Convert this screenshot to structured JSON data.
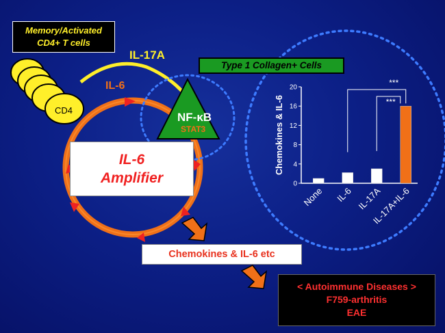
{
  "memory_cells": {
    "line1": "Memory/Activated",
    "line2": "CD4+ T cells"
  },
  "cd4_label": "CD4",
  "il17a_label": "IL-17A",
  "il6_label": "IL-6",
  "collagen_label": "Type 1 Collagen+ Cells",
  "nfkb_label": "NF-κB",
  "stat3_label": "STAT3",
  "amplifier": {
    "line1": "IL-6",
    "line2": "Amplifier"
  },
  "chemokines_output": "Chemokines & IL-6 etc",
  "diseases": {
    "title": "< Autoimmune Diseases >",
    "item1": "F759-arthritis",
    "item2": "EAE"
  },
  "colors": {
    "background": "#0c1f86",
    "yellow": "#ffef2a",
    "orange": "#f07018",
    "green": "#1a9a22",
    "dotted_circle": "#3d7bff"
  },
  "chart_data": {
    "type": "bar",
    "ylabel": "Chemokines & IL-6",
    "categories": [
      "None",
      "IL-6",
      "IL-17A",
      "IL-17A+IL-6"
    ],
    "values": [
      1,
      2.2,
      3,
      16
    ],
    "bar_colors": [
      "#ffffff",
      "#ffffff",
      "#ffffff",
      "#f07018"
    ],
    "ylim": [
      0,
      20
    ],
    "yticks": [
      0,
      4,
      8,
      12,
      16,
      20
    ],
    "significance": [
      "***",
      "***"
    ]
  }
}
